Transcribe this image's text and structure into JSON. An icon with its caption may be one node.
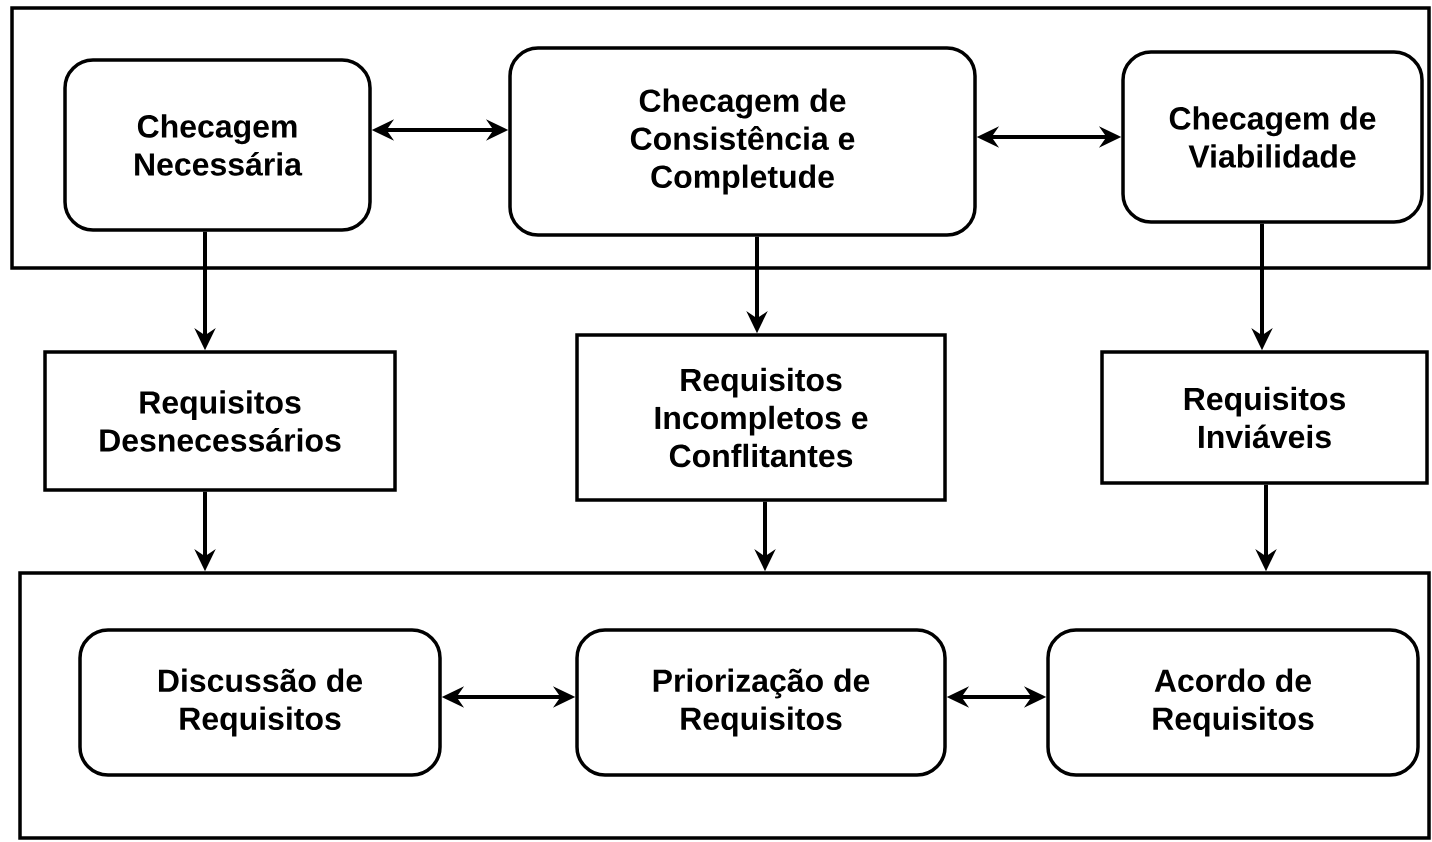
{
  "diagram": {
    "nodes": [
      {
        "text": [],
        "shape": "box"
      },
      {
        "text": [
          "Checagem Necessária"
        ],
        "in": 0
      },
      {
        "text": [
          "Checagem de Consistência e Completude"
        ],
        "in": 0
      },
      {
        "text": [
          "Checagem de Viabilidade"
        ],
        "in": 0
      },
      {
        "text": [
          "Requisitos Desnecessários"
        ]
      },
      {
        "text": [
          "Requisitos Incompletos e Conflitantes"
        ]
      },
      {
        "text": [
          "Requisitos Inviáveis"
        ]
      },
      {
        "text": [],
        "shape": "box"
      },
      {
        "text": [
          "Discussão de Requisitos"
        ],
        "in": 7
      },
      {
        "text": [
          "Priorização de Requisitos"
        ],
        "in": 7
      },
      {
        "text": [
          "Acordo de Requisitos"
        ],
        "in": 7
      }
    ],
    "edges": [
      {
        "from": 1,
        "to": 2,
        "arrow": "both"
      },
      {
        "from": 2,
        "to": 3,
        "arrow": "both"
      },
      {
        "from": 1,
        "to": 4,
        "arrow": "to"
      },
      {
        "from": 2,
        "to": 5,
        "arrow": "to"
      },
      {
        "from": 3,
        "to": 6,
        "arrow": "to"
      },
      {
        "from": 4,
        "to": 7,
        "arrow": "to"
      },
      {
        "from": 5,
        "to": 7,
        "arrow": "to"
      },
      {
        "from": 6,
        "to": 7,
        "arrow": "to"
      },
      {
        "from": 8,
        "to": 9,
        "arrow": "both"
      },
      {
        "from": 9,
        "to": 10,
        "arrow": "both"
      }
    ]
  }
}
